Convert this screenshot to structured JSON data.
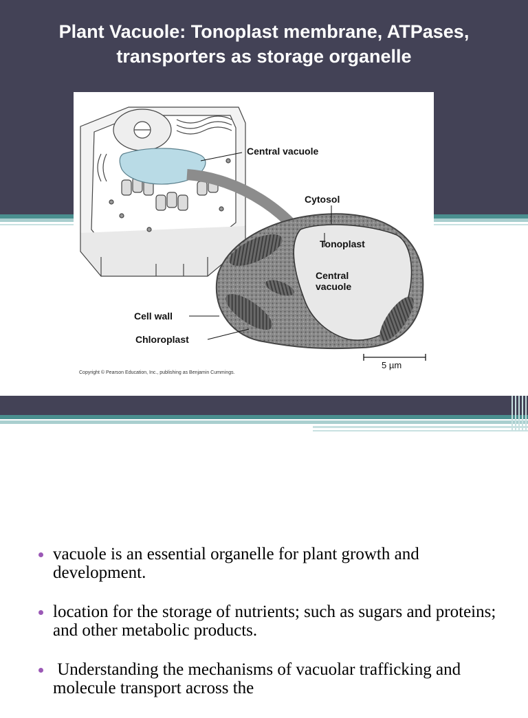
{
  "slide": {
    "title": "Plant Vacuole: Tonoplast membrane, ATPases, transporters as storage organelle"
  },
  "figure": {
    "labels": {
      "central_vacuole_top": "Central vacuole",
      "cytosol": "Cytosol",
      "tonoplast": "Tonoplast",
      "central_vacuole_inner_1": "Central",
      "central_vacuole_inner_2": "vacuole",
      "cell_wall": "Cell wall",
      "chloroplast": "Chloroplast",
      "scale": "5 µm"
    },
    "copyright": "Copyright © Pearson Education, Inc., publishing as Benjamin Cummings."
  },
  "bullets": [
    "vacuole is an essential organelle for plant growth and development.",
    "location for the storage of nutrients; such as sugars and proteins; and other metabolic products.",
    " Understanding the mechanisms of vacuolar trafficking and molecule transport across the"
  ],
  "colors": {
    "header_bg": "#434256",
    "accent_teal": "#4a8f8f",
    "bullet_purple": "#9b59b6",
    "vacuole_blue": "#b9dbe6"
  }
}
